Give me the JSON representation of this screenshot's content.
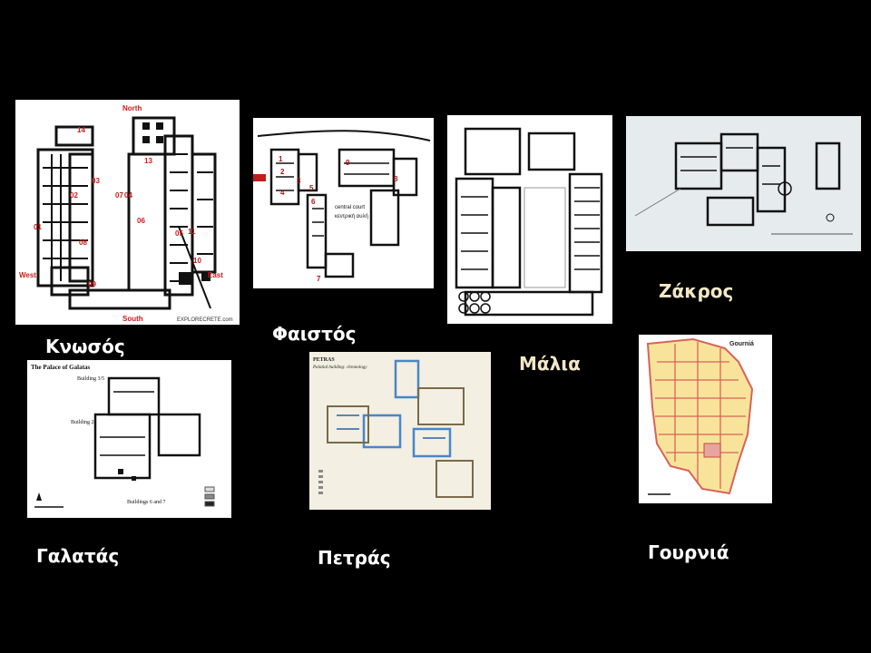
{
  "captions": {
    "knossos": "Κνωσός",
    "phaistos": "Φαιστός",
    "malia": "Μάλια",
    "zakros": "Ζάκρος",
    "galatas": "Γαλατάς",
    "petras": "Πετράς",
    "gournia": "Γουρνιά"
  },
  "colors": {
    "background": "#000000",
    "caption_white": "#ffffff",
    "caption_cream": "#f3e7c6",
    "plan_ink": "#111111",
    "knossos_labels": "#d01a1a",
    "gournia_fill": "#f7e49a",
    "gournia_walls": "#d9625a",
    "petras_blue": "#4a86c8",
    "zakros_bg": "#e6ebee"
  },
  "plans": {
    "knossos": {
      "compass": [
        "North",
        "South",
        "East",
        "West"
      ],
      "room_numbers": [
        "14",
        "13",
        "01",
        "02",
        "03",
        "04",
        "05",
        "06",
        "07",
        "08",
        "09",
        "10",
        "11"
      ],
      "credit": "EXPLORECRETE.com"
    },
    "phaistos": {
      "room_numbers": [
        "1",
        "2",
        "3",
        "4",
        "5",
        "6",
        "7",
        "8",
        "9"
      ],
      "labels": [
        "central court",
        "κεντρική αυλή"
      ]
    },
    "galatas": {
      "title": "The Palace of Galatas",
      "labels": [
        "Building 3/5",
        "Building 2",
        "Buildings 6 and 7"
      ]
    },
    "petras": {
      "title": "PETRAS",
      "subtitle": "Palatial building: chronology"
    },
    "gournia": {
      "title": "Gourniá"
    }
  }
}
